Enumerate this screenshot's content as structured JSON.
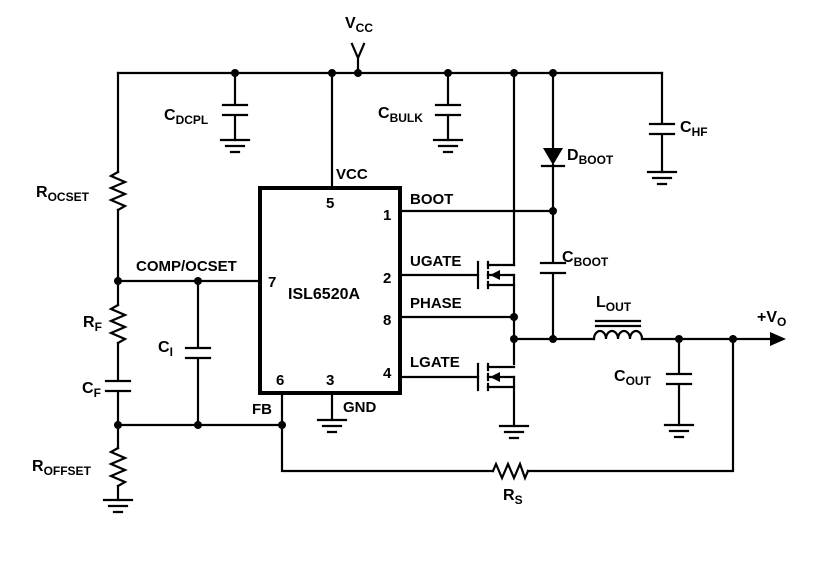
{
  "chip": {
    "name": "ISL6520A",
    "pins": {
      "vcc": {
        "num": "5",
        "name": "VCC"
      },
      "boot": {
        "num": "1",
        "name": "BOOT"
      },
      "ugate": {
        "num": "2",
        "name": "UGATE"
      },
      "phase": {
        "num": "8",
        "name": "PHASE"
      },
      "lgate": {
        "num": "4",
        "name": "LGATE"
      },
      "comp": {
        "num": "7",
        "name": "COMP/OCSET"
      },
      "fb": {
        "num": "6",
        "name": "FB"
      },
      "gnd": {
        "num": "3",
        "name": "GND"
      }
    }
  },
  "labels": {
    "vcc": {
      "main": "V",
      "sub": "CC"
    },
    "cdcpl": {
      "main": "C",
      "sub": "DCPL"
    },
    "cbulk": {
      "main": "C",
      "sub": "BULK"
    },
    "chf": {
      "main": "C",
      "sub": "HF"
    },
    "dboot": {
      "main": "D",
      "sub": "BOOT"
    },
    "cboot": {
      "main": "C",
      "sub": "BOOT"
    },
    "lout": {
      "main": "L",
      "sub": "OUT"
    },
    "cout": {
      "main": "C",
      "sub": "OUT"
    },
    "vo": {
      "main": "+V",
      "sub": "O"
    },
    "rocset": {
      "main": "R",
      "sub": "OCSET"
    },
    "rf": {
      "main": "R",
      "sub": "F"
    },
    "ci": {
      "main": "C",
      "sub": "I"
    },
    "cf": {
      "main": "C",
      "sub": "F"
    },
    "roffset": {
      "main": "R",
      "sub": "OFFSET"
    },
    "rs": {
      "main": "R",
      "sub": "S"
    }
  }
}
